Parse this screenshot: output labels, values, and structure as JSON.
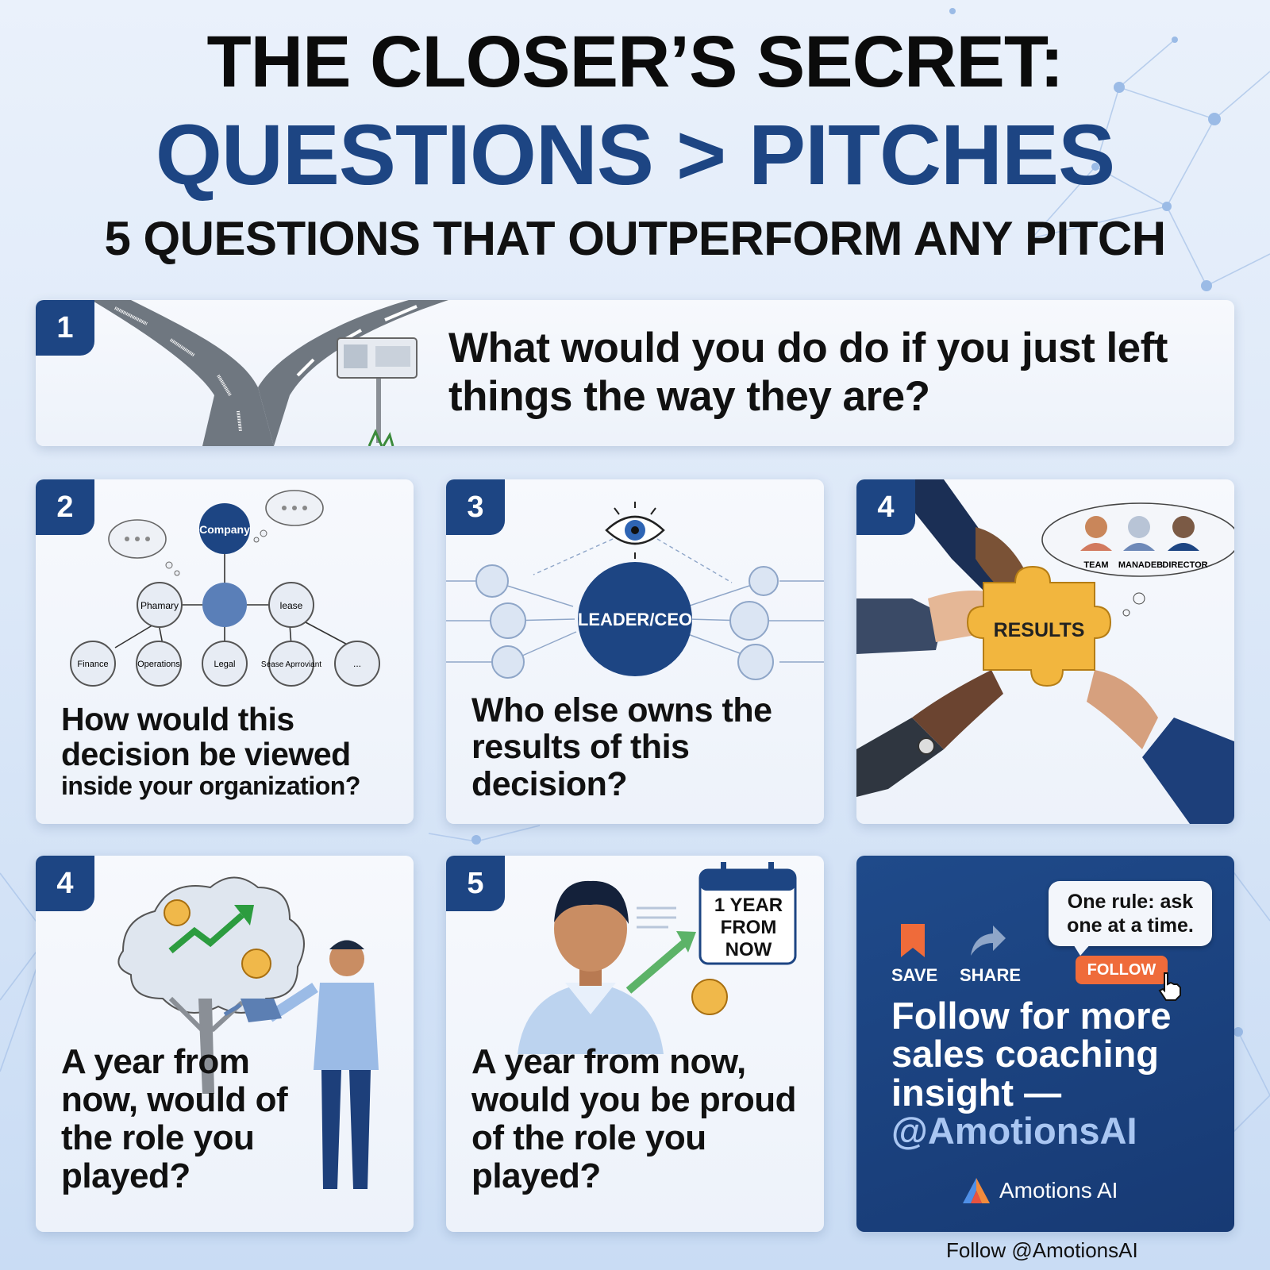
{
  "header": {
    "line1": "THE CLOSER’S SECRET:",
    "line2": "QUESTIONS > PITCHES",
    "line3": "5 QUESTIONS THAT OUTPERFORM ANY PITCH"
  },
  "cards": [
    {
      "badge": "1",
      "question": "What would you do do if you just left things the way they are?",
      "illustration": "fork-in-road-with-signpost"
    },
    {
      "badge": "2",
      "question_main": "How would this decision be viewed",
      "question_tail": "inside your organization?",
      "illustration": "org-chart-with-thought-bubbles",
      "org_nodes": [
        "Company",
        "Phamary",
        "lease",
        "Finance",
        "Operations",
        "Legal",
        "Sease Aprroviant",
        "..."
      ]
    },
    {
      "badge": "3",
      "question": "Who else owns the results of this decision?",
      "illustration": "leader-network-with-eye",
      "center_label": "LEADER/CEO"
    },
    {
      "badge": "4",
      "illustration": "hands-holding-puzzle-piece",
      "puzzle_label": "RESULTS",
      "roles": [
        "TEAM",
        "MANADEB",
        "DIRECTOR"
      ]
    },
    {
      "badge": "4",
      "question": "A year from now, would of the role you played?",
      "illustration": "man-watering-growth-tree"
    },
    {
      "badge": "5",
      "question": "A year from now, would you be proud of the role you played?",
      "illustration": "man-with-calendar",
      "calendar": [
        "1 YEAR",
        "FROM",
        "NOW"
      ]
    }
  ],
  "cta": {
    "bubble": "One rule: ask one at a time.",
    "save_label": "SAVE",
    "share_label": "SHARE",
    "follow_label": "FOLLOW",
    "title": "Follow for more sales coaching insight —",
    "handle": "@AmotionsAI",
    "brand_name": "Amotions AI",
    "icons": [
      "bookmark-icon",
      "share-arrow-icon",
      "cursor-hand-icon",
      "amotions-logo"
    ]
  },
  "footer": {
    "follow": "Follow @AmotionsAI"
  },
  "colors": {
    "navy": "#1d4583",
    "accent_orange": "#ef6b3a",
    "puzzle_gold": "#f2b63e",
    "light_bg": "#eaf1fb"
  }
}
